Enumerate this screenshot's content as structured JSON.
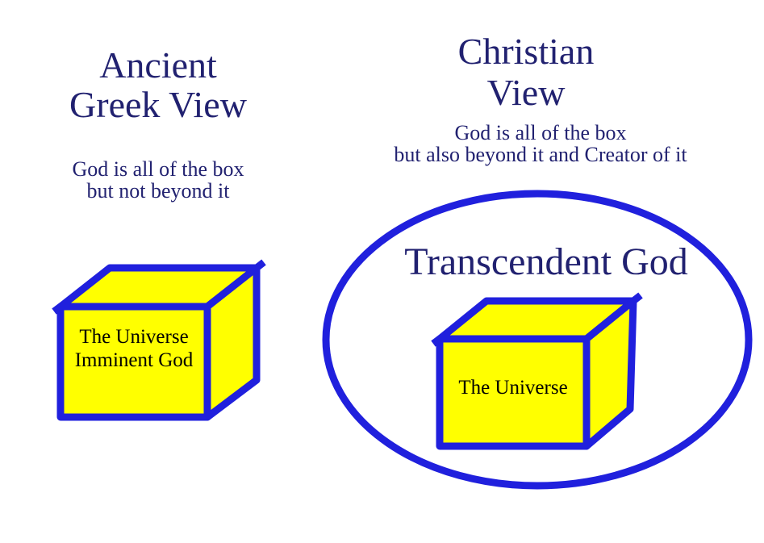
{
  "colors": {
    "background": "#ffffff",
    "heading_text": "#212170",
    "shape_outline_blue": "#2020dd",
    "box_fill_yellow": "#ffff00",
    "box_label_text": "#000000"
  },
  "left_panel": {
    "title_lines": [
      "Ancient",
      "Greek View"
    ],
    "subtitle_lines": [
      "God is all of the box",
      "but not beyond it"
    ],
    "box_label_lines": [
      "The Universe",
      "Imminent God"
    ]
  },
  "right_panel": {
    "title_lines": [
      "Christian",
      "View"
    ],
    "subtitle_lines": [
      "God is all of the box",
      "but also beyond it and Creator of it"
    ],
    "ellipse_label": "Transcendent God",
    "box_label_lines": [
      "The Universe"
    ]
  }
}
